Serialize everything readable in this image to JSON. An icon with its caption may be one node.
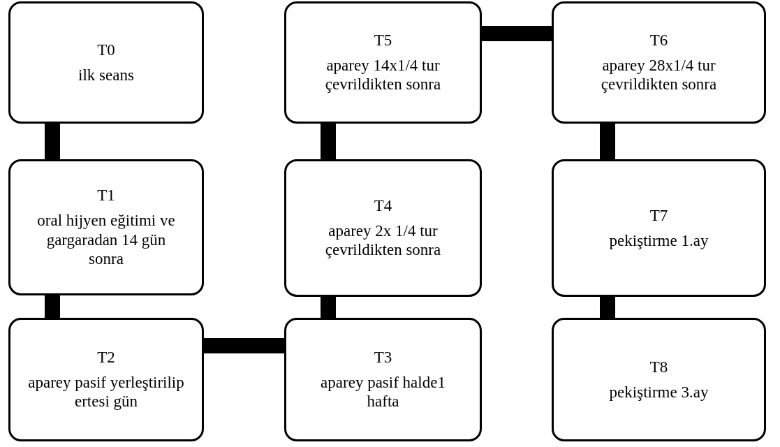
{
  "diagram": {
    "nodes": [
      {
        "text": [
          "T0",
          "ilk seans"
        ]
      },
      {
        "text": [
          "T1",
          "oral hijyen eğitimi ve gargaradan 14 gün sonra"
        ]
      },
      {
        "text": [
          "T2",
          "aparey pasif yerleştirilip ertesi gün"
        ]
      },
      {
        "text": [
          "T3",
          "aparey pasif halde1 hafta"
        ]
      },
      {
        "text": [
          "T4",
          "aparey 2x 1/4 tur çevrildikten sonra"
        ]
      },
      {
        "text": [
          "T5",
          "aparey 14x1/4 tur çevrildikten sonra"
        ]
      },
      {
        "text": [
          "T6",
          "aparey 28x1/4 tur çevrildikten sonra"
        ]
      },
      {
        "text": [
          "T7",
          "pekiştirme 1.ay"
        ]
      },
      {
        "text": [
          "T8",
          "pekiştirme 3.ay"
        ]
      }
    ],
    "edges": [
      {
        "from": 0,
        "to": 1,
        "arrow": "none"
      },
      {
        "from": 1,
        "to": 2,
        "arrow": "none"
      },
      {
        "from": 2,
        "to": 3,
        "arrow": "none"
      },
      {
        "from": 3,
        "to": 4,
        "arrow": "none"
      },
      {
        "from": 4,
        "to": 5,
        "arrow": "none"
      },
      {
        "from": 5,
        "to": 6,
        "arrow": "none"
      },
      {
        "from": 6,
        "to": 7,
        "arrow": "none"
      },
      {
        "from": 7,
        "to": 8,
        "arrow": "none"
      }
    ]
  }
}
